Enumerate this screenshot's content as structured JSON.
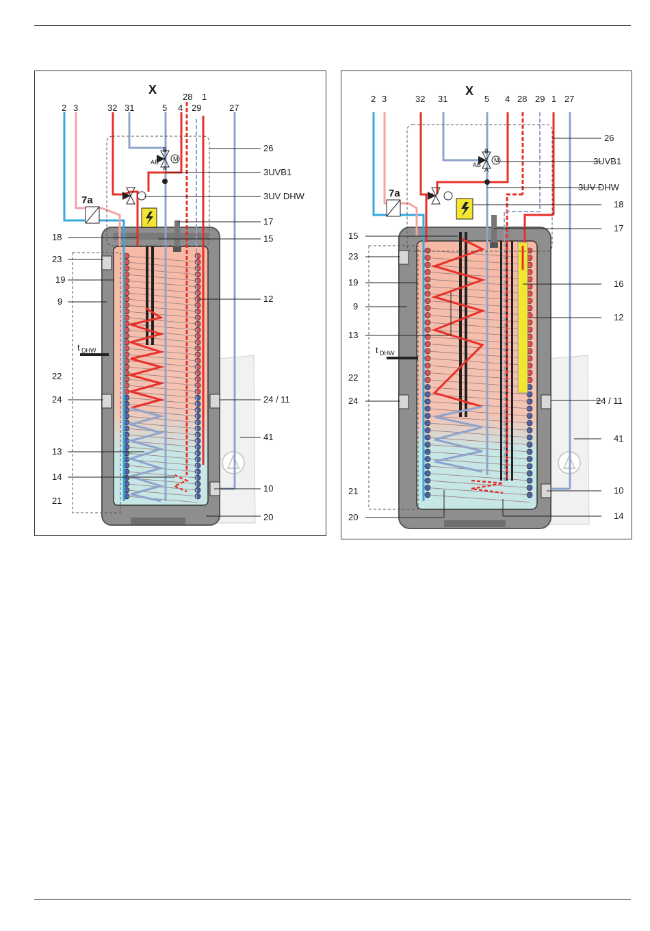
{
  "colors": {
    "hot": "#e8302a",
    "hot_light": "#f4a3a3",
    "cold": "#8ea4cc",
    "cyan": "#35a8dc",
    "tank_gray": "#8e8e8e",
    "tank_dark": "#555555",
    "water_hot": "#f6b9a5",
    "water_cold": "#c7e6e6",
    "heater_yellow": "#f2e632",
    "coil_red": "#e44d4d",
    "coil_blue": "#4b5fa6"
  },
  "left_diagram": {
    "top_label_x": "X",
    "pipe_labels": [
      "2",
      "3",
      "32",
      "31",
      "5",
      "4",
      "28",
      "29",
      "1",
      "27"
    ],
    "left_labels": [
      "7a",
      "18",
      "23",
      "19",
      "9",
      "tDHW",
      "22",
      "24",
      "13",
      "14",
      "21"
    ],
    "right_labels": [
      "26",
      "3UVB1",
      "3UV DHW",
      "17",
      "15",
      "12",
      "24 / 11",
      "41",
      "10",
      "20"
    ],
    "temp_label_main": "t",
    "temp_label_sub": "DHW",
    "valve_letters": [
      "AB",
      "B",
      "A",
      "M"
    ]
  },
  "right_diagram": {
    "top_label_x": "X",
    "pipe_labels": [
      "2",
      "3",
      "32",
      "31",
      "5",
      "4",
      "28",
      "29",
      "1",
      "27"
    ],
    "left_labels": [
      "7a",
      "15",
      "23",
      "19",
      "9",
      "13",
      "tDHW",
      "22",
      "24",
      "21",
      "20"
    ],
    "right_labels": [
      "26",
      "3UVB1",
      "3UV DHW",
      "18",
      "17",
      "16",
      "12",
      "24 / 11",
      "41",
      "10",
      "14"
    ],
    "temp_label_main": "t",
    "temp_label_sub": "DHW",
    "valve_letters": [
      "AB",
      "B",
      "A",
      "M"
    ]
  }
}
